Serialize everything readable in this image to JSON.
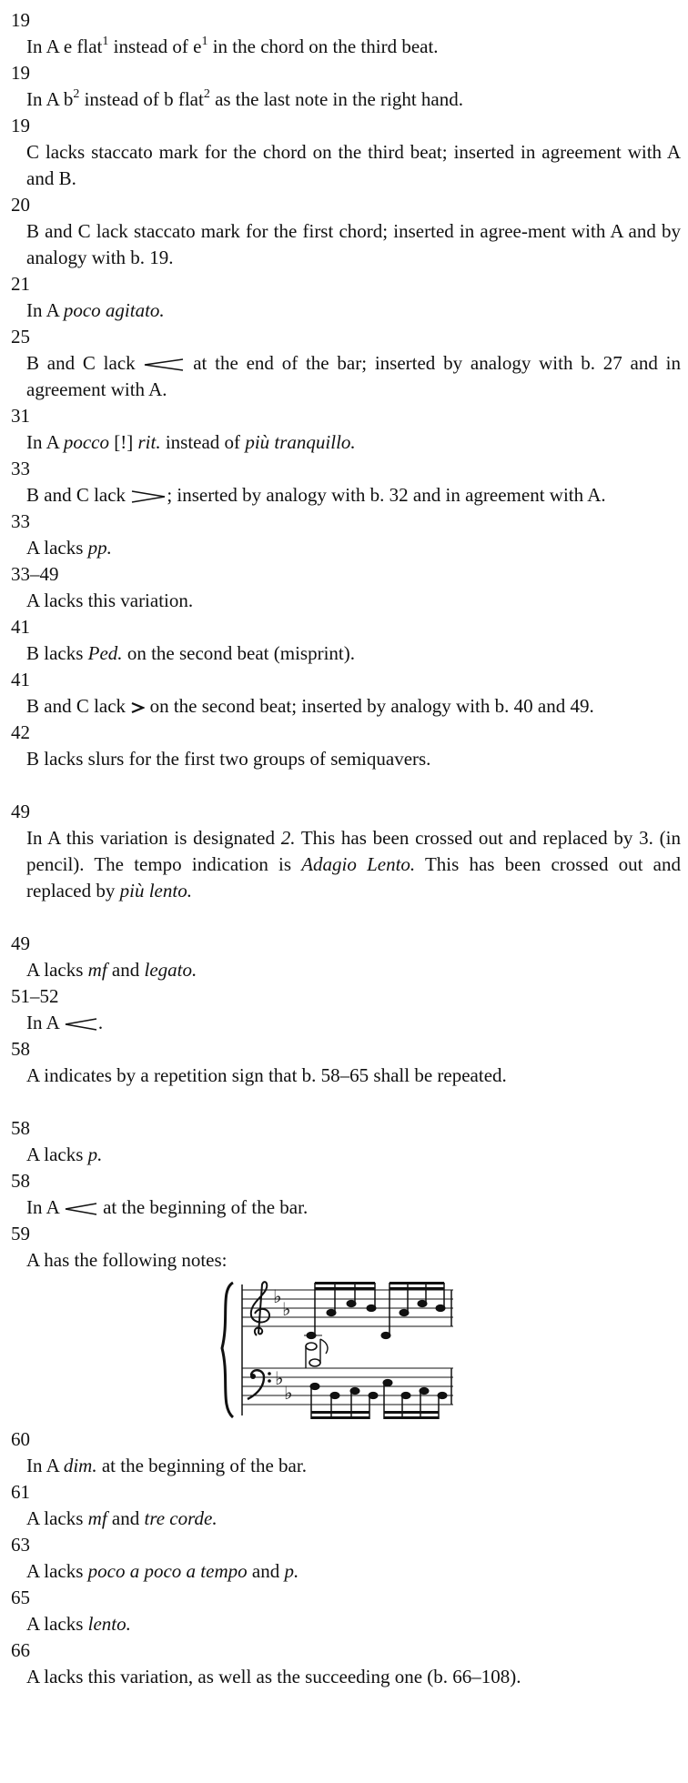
{
  "e19a": {
    "bar": "19",
    "t1": "In A e flat",
    "s1": "1",
    "t2": " instead of e",
    "s2": "1",
    "t3": " in the chord on the third beat."
  },
  "e19b": {
    "bar": "19",
    "t1": "In A b",
    "s1": "2",
    "t2": " instead of b flat",
    "s2": "2",
    "t3": " as the last note in the right hand."
  },
  "e19c": {
    "bar": "19",
    "text": "C lacks staccato mark for the chord on the third beat; inserted in agreement with A and B."
  },
  "e20": {
    "bar": "20",
    "text": "B and C lack staccato mark for the first chord; inserted in agree-ment with A and by analogy with b. 19."
  },
  "e21": {
    "bar": "21",
    "t1": "In A ",
    "i1": "poco agitato."
  },
  "e25": {
    "bar": "25",
    "t1": "B and C lack ",
    "t2": " at the end of the bar; inserted by analogy with b. 27 and in agreement with A."
  },
  "e31": {
    "bar": "31",
    "t1": "In A ",
    "i1": "pocco",
    "t2": " [!] ",
    "i2": "rit.",
    "t3": " instead of ",
    "i3": "più tranquillo."
  },
  "e33a": {
    "bar": "33",
    "t1": "B and C lack ",
    "t2": "; inserted by analogy with b. 32 and in agreement with A."
  },
  "e33b": {
    "bar": "33",
    "t1": "A lacks ",
    "i1": "pp."
  },
  "e33c": {
    "bar": "33–49",
    "text": "A lacks this variation."
  },
  "e41a": {
    "bar": "41",
    "t1": "B lacks ",
    "i1": "Ped.",
    "t2": " on the second beat (misprint)."
  },
  "e41b": {
    "bar": "41",
    "t1": "B and C lack ",
    "t2": " on the second beat; inserted by analogy with b. 40 and 49."
  },
  "e42": {
    "bar": "42",
    "text": "B lacks slurs for the first two groups of semiquavers."
  },
  "e49a": {
    "bar": "49",
    "t1": "In A this variation is designated ",
    "i1": "2.",
    "t2": " This has been crossed out and replaced by 3. (in pencil). The tempo indication is ",
    "i2": "Adagio Lento.",
    "t3": " This has been crossed out and replaced by ",
    "i3": "più lento."
  },
  "e49b": {
    "bar": "49",
    "t1": "A lacks ",
    "i1": "mf",
    "t2": " and ",
    "i2": "legato."
  },
  "e51": {
    "bar": "51–52",
    "t1": "In A ",
    "t2": "."
  },
  "e58a": {
    "bar": "58",
    "text": "A indicates by a repetition sign that b. 58–65 shall be repeated."
  },
  "e58b": {
    "bar": "58",
    "t1": "A lacks ",
    "i1": "p."
  },
  "e58c": {
    "bar": "58",
    "t1": "In A ",
    "t2": " at the beginning of the bar."
  },
  "e59": {
    "bar": "59",
    "text": "A has the following notes:"
  },
  "e60": {
    "bar": "60",
    "t1": "In A ",
    "i1": "dim.",
    "t2": " at the beginning of the bar."
  },
  "e61": {
    "bar": "61",
    "t1": "A lacks ",
    "i1": "mf",
    "t2": " and ",
    "i2": "tre corde."
  },
  "e63": {
    "bar": "63",
    "t1": "A lacks ",
    "i1": "poco a poco a tempo",
    "t2": " and ",
    "i2": "p."
  },
  "e65": {
    "bar": "65",
    "t1": "A lacks ",
    "i1": "lento."
  },
  "e66": {
    "bar": "66",
    "text": "A lacks this variation, as well as the succeeding one (b. 66–108)."
  },
  "icons": [
    "crescendo-hairpin-icon",
    "decrescendo-hairpin-icon",
    "accent-mark-icon",
    "music-notation-figure"
  ]
}
